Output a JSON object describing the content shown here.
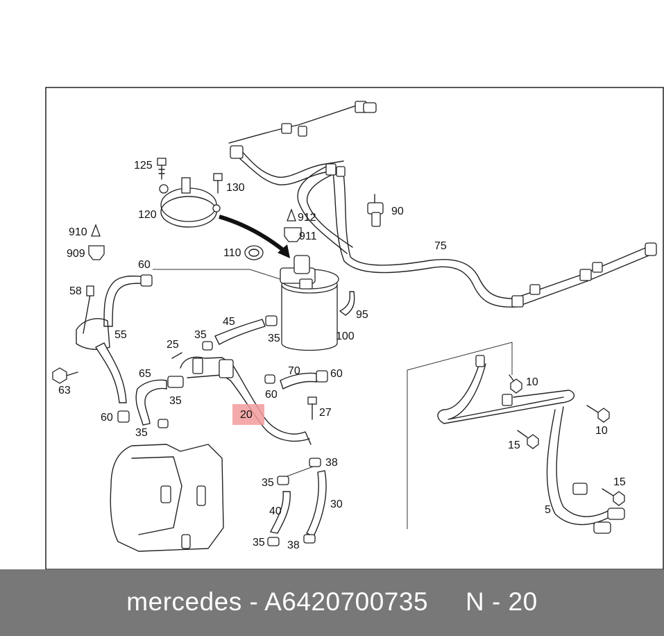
{
  "diagram": {
    "labels": {
      "p125": "125",
      "p130": "130",
      "p120": "120",
      "p912": "912",
      "p911": "911",
      "p910": "910",
      "p909": "909",
      "p90": "90",
      "p75": "75",
      "p110": "110",
      "p60a": "60",
      "p58": "58",
      "p55": "55",
      "p45": "45",
      "p35a": "35",
      "p35b": "35",
      "p95": "95",
      "p100": "100",
      "p25": "25",
      "p65": "65",
      "p70": "70",
      "p60b": "60",
      "p63": "63",
      "p35c": "35",
      "p60c": "60",
      "p60d": "60",
      "p27": "27",
      "p20": "20",
      "p35d": "35",
      "p38a": "38",
      "p35e": "35",
      "p40": "40",
      "p30": "30",
      "p35f": "35",
      "p38b": "38",
      "p10a": "10",
      "p10b": "10",
      "p15a": "15",
      "p15b": "15",
      "p5": "5"
    }
  },
  "footer": {
    "caption": "mercedes - A6420700735     N - 20"
  },
  "colors": {
    "highlight": "#f29b9b",
    "footer_bg": "#787878",
    "footer_text": "#ffffff"
  }
}
